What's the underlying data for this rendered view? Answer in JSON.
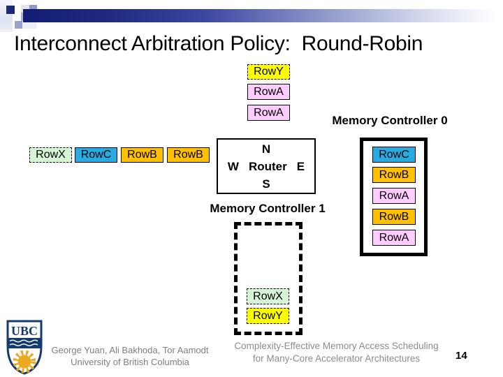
{
  "title": "Interconnect Arbitration Policy:  Round-Robin",
  "page_number": "14",
  "colors": {
    "row_a": "#FFCCFF",
    "row_b": "#FFC000",
    "row_c": "#29ABE2",
    "row_x": "#D6F5D6",
    "row_y": "#FFFF00",
    "header_navy": "#1F2878"
  },
  "router": {
    "north": "N",
    "west": "W",
    "label": "Router",
    "east": "E",
    "south": "S"
  },
  "north_queue": {
    "items": [
      {
        "label": "RowY",
        "color": "#FFFF00"
      },
      {
        "label": "RowA",
        "color": "#FFCCFF"
      },
      {
        "label": "RowA",
        "color": "#FFCCFF"
      }
    ]
  },
  "west_queue": {
    "items": [
      {
        "label": "RowX",
        "color": "#D6F5D6"
      },
      {
        "label": "RowC",
        "color": "#29ABE2"
      },
      {
        "label": "RowB",
        "color": "#FFC000"
      },
      {
        "label": "RowB",
        "color": "#FFC000"
      }
    ]
  },
  "mc0": {
    "label": "Memory Controller 0",
    "queue": [
      {
        "label": "RowC",
        "color": "#29ABE2"
      },
      {
        "label": "RowB",
        "color": "#FFC000"
      },
      {
        "label": "RowA",
        "color": "#FFCCFF"
      },
      {
        "label": "RowB",
        "color": "#FFC000"
      },
      {
        "label": "RowA",
        "color": "#FFCCFF"
      }
    ]
  },
  "mc1": {
    "label": "Memory Controller 1",
    "queue": [
      {
        "label": "RowX",
        "color": "#D6F5D6"
      },
      {
        "label": "RowY",
        "color": "#FFFF00"
      }
    ]
  },
  "footer": {
    "logo_text": "UBC",
    "authors_line1": "George Yuan, Ali Bakhoda, Tor Aamodt",
    "authors_line2": "University of British Columbia",
    "venue_line1": "Complexity-Effective Memory Access Scheduling",
    "venue_line2": "for Many-Core Accelerator Architectures"
  }
}
